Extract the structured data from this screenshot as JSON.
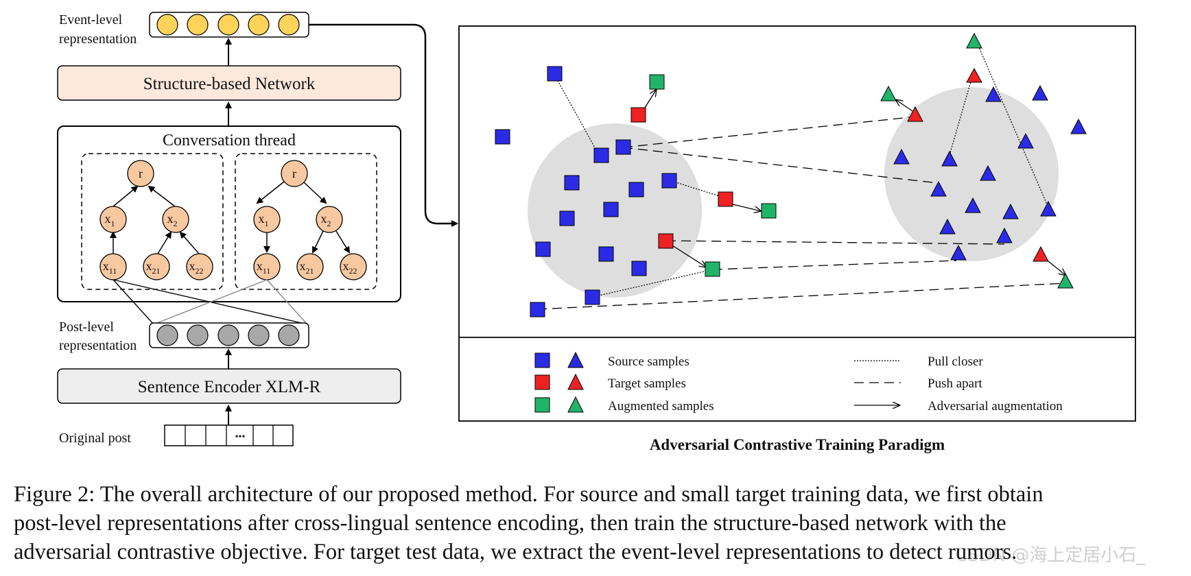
{
  "left": {
    "event_label_1": "Event-level",
    "event_label_2": "representation",
    "structure_network": "Structure-based Network",
    "conversation_title": "Conversation thread",
    "tree_a": {
      "root": "r",
      "x1": "x",
      "x1_sub": "1",
      "x2": "x",
      "x2_sub": "2",
      "x11": "x",
      "x11_sub": "11",
      "x21": "x",
      "x21_sub": "21",
      "x22": "x",
      "x22_sub": "22"
    },
    "tree_b": {
      "root": "r",
      "x1": "x",
      "x1_sub": "1",
      "x2": "x",
      "x2_sub": "2",
      "x11": "x",
      "x11_sub": "11",
      "x21": "x",
      "x21_sub": "21",
      "x22": "x",
      "x22_sub": "22"
    },
    "post_label_1": "Post-level",
    "post_label_2": "representation",
    "sentence_encoder": "Sentence Encoder XLM-R",
    "original_post": "Original post",
    "ellipsis": "•••"
  },
  "right": {
    "title": "Adversarial Contrastive Training Paradigm",
    "legend": {
      "source": "Source samples",
      "target": "Target samples",
      "augmented": "Augmented samples",
      "pull": "Pull closer",
      "push": "Push apart",
      "adversarial": "Adversarial augmentation"
    }
  },
  "colors": {
    "source": "#2b2be6",
    "target": "#ee2222",
    "augmented": "#22b36a",
    "event_node": "#fdd35a",
    "post_node": "#a8a8a8",
    "tree_node": "#f8c8a0",
    "structure_box": "#fde9dc",
    "encoder_box": "#eeeeee",
    "cluster": "#dedede"
  },
  "caption": {
    "line1": "Figure 2: The overall architecture of our proposed method. For source and small target training data, we first obtain",
    "line2": "post-level representations after cross-lingual sentence encoding, then train the structure-based network with the",
    "line3": "adversarial contrastive objective. For target test data, we extract the event-level representations to detect rumors.",
    "watermark": "CSDN @海上定居小石_"
  }
}
